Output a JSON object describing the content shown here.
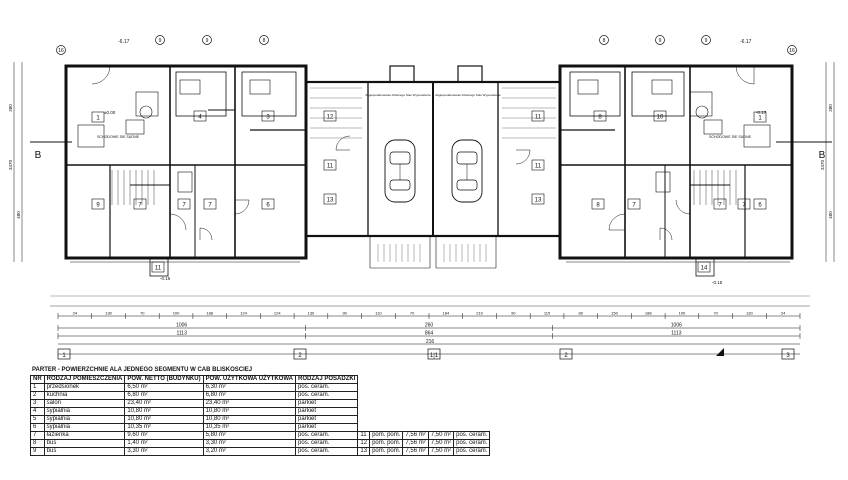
{
  "plan": {
    "top_level_label": "-6.17",
    "grid_axes_bottom": [
      "1",
      "2",
      "1|1",
      "2",
      "3"
    ],
    "section_mark": "B",
    "section_label_left": "SCHODOWE SIE SUDNE",
    "section_label_right": "SCHODOWE SIE SUDNE",
    "garage_caption_left": "Zagospodarowanie Dzielnego Sole Wyposażenie",
    "garage_caption_right": "Zagospodarowanie Dzielnego Sole Wyposażenie",
    "dim_row_top": [
      "24",
      "130",
      "70",
      "100",
      "188",
      "124",
      "124",
      "130",
      "90",
      "110",
      "70",
      "184",
      "210",
      "90",
      "115",
      "80",
      "150",
      "188",
      "100",
      "70",
      "130",
      "24"
    ],
    "dim_row_mid": [
      "1006",
      "260",
      "1006"
    ],
    "dim_row_low": [
      "1113",
      "864",
      "1113"
    ],
    "dim_total": "216",
    "dim_side": [
      "380",
      "3470",
      "480"
    ],
    "room_numbers": [
      "1",
      "2",
      "3",
      "4",
      "5",
      "6",
      "7",
      "8",
      "9",
      "10",
      "11",
      "12",
      "13",
      "14"
    ],
    "level_marks": [
      "±0.00",
      "-0.17",
      "-0.15"
    ],
    "axis_numbers_top": [
      "16",
      "9",
      "8"
    ]
  },
  "table": {
    "caption": "PARTER - POWIERZCHNIE ALA JEDNEGO SEGMENTU W CAB BLISKOSCIEJ",
    "headers": [
      "NR",
      "RODZAJ POMIESZCZENIA",
      "POW. NETTO (BUDYNKU)",
      "POW. UŻYTKOWA UŻYTKOWA",
      "RODZAJ POSADZKI"
    ],
    "rows": [
      [
        "1",
        "przedsionek",
        "6,50 m²",
        "6,30 m²",
        "pos. ceram."
      ],
      [
        "2",
        "kuchnia",
        "6,80 m²",
        "6,80 m²",
        "pos. ceram."
      ],
      [
        "3",
        "salon",
        "23,40 m²",
        "23,40 m²",
        "parkiet"
      ],
      [
        "4",
        "sypialnia",
        "10,80 m²",
        "10,80 m²",
        "parkiet"
      ],
      [
        "5",
        "sypialnia",
        "10,80 m²",
        "10,80 m²",
        "parkiet"
      ],
      [
        "6",
        "sypialnia",
        "10,35 m²",
        "10,35 m²",
        "parkiet"
      ],
      [
        "7",
        "łazienka",
        "9,60 m²",
        "5,80 m²",
        "pos. ceram."
      ],
      [
        "8",
        "bus",
        "1,40 m²",
        "3,30 m²",
        "pos. ceram."
      ],
      [
        "9",
        "bus",
        "3,30 m²",
        "3,20 m²",
        "pos. ceram."
      ]
    ],
    "rows_side": [
      [
        "11",
        "pom. pom.",
        "7,56 m²",
        "7,50 m²",
        "pos. ceram."
      ],
      [
        "12",
        "pom. pom.",
        "7,56 m²",
        "7,50 m²",
        "pos. ceram."
      ],
      [
        "13",
        "pom. pom.",
        "7,56 m²",
        "7,50 m²",
        "pos. ceram."
      ]
    ]
  }
}
